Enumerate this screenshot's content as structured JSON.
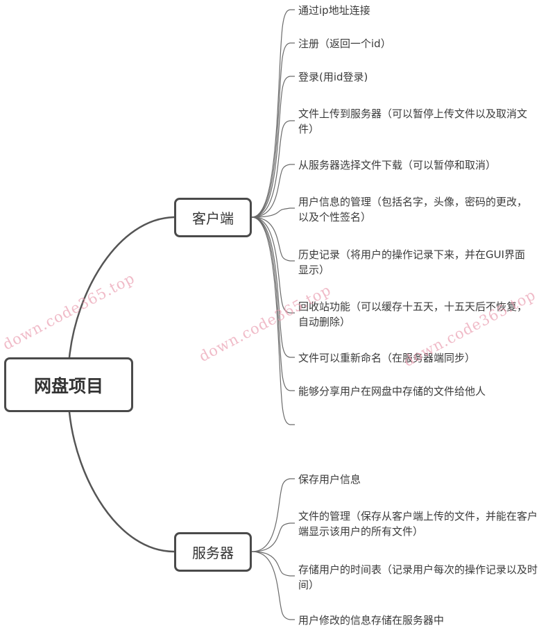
{
  "root": {
    "label": "网盘项目"
  },
  "branches": [
    {
      "label": "客户端",
      "items": [
        "通过ip地址连接",
        "注册（返回一个id）",
        "登录(用id登录)",
        "文件上传到服务器（可以暂停上传文件以及取消文件）",
        "从服务器选择文件下载（可以暂停和取消）",
        "用户信息的管理（包括名字，头像，密码的更改，以及个性签名）",
        "历史记录（将用户的操作记录下来，并在GUI界面显示）",
        "回收站功能（可以缓存十五天，十五天后不恢复，自动删除）",
        "文件可以重新命名（在服务器端同步）",
        "能够分享用户在网盘中存储的文件给他人"
      ]
    },
    {
      "label": "服务器",
      "items": [
        "保存用户信息",
        "文件的管理（保存从客户端上传的文件，并能在客户端显示该用户的所有文件）",
        "存储用户的时间表（记录用户每次的操作记录以及时间）",
        "用户修改的信息存储在服务器中"
      ]
    }
  ],
  "watermark": "down.code365.top"
}
